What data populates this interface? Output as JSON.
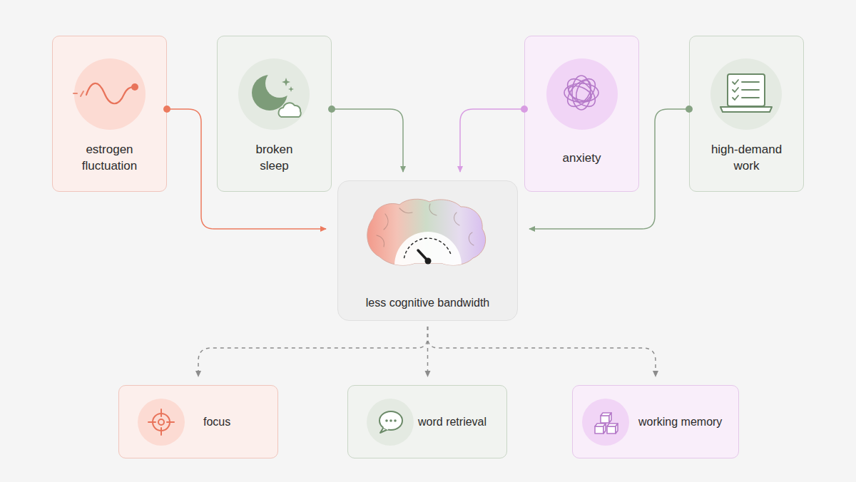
{
  "diagram": {
    "nodes": [
      {
        "text": [
          "estrogen fluctuation"
        ]
      },
      {
        "text": [
          "broken sleep"
        ]
      },
      {
        "text": [
          "anxiety"
        ]
      },
      {
        "text": [
          "high-demand work"
        ]
      },
      {
        "text": [
          "less cognitive bandwidth"
        ]
      },
      {
        "text": [
          "focus"
        ]
      },
      {
        "text": [
          "word retrieval"
        ]
      },
      {
        "text": [
          "working memory"
        ]
      }
    ],
    "edges": [
      {
        "from": 0,
        "to": 4,
        "arrow": "to"
      },
      {
        "from": 1,
        "to": 4,
        "arrow": "to"
      },
      {
        "from": 2,
        "to": 4,
        "arrow": "to"
      },
      {
        "from": 3,
        "to": 4,
        "arrow": "to"
      },
      {
        "from": 4,
        "to": 5,
        "arrow": "to"
      },
      {
        "from": 4,
        "to": 6,
        "arrow": "to"
      },
      {
        "from": 4,
        "to": 7,
        "arrow": "to"
      }
    ]
  }
}
